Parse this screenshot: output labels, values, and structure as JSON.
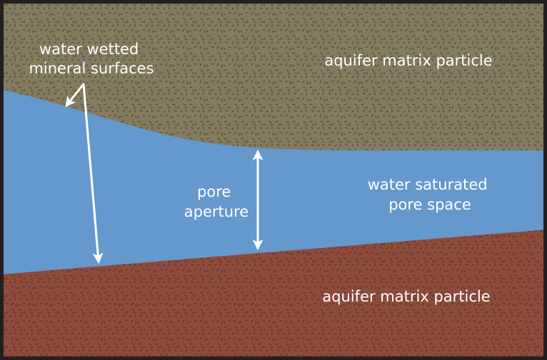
{
  "colors": {
    "upper_particle": "#857b61",
    "lower_particle": "#8e4b3c",
    "pore_water": "#6598cd",
    "border": "#231f20",
    "speckle": "#2b2418",
    "label": "#ffffff",
    "arrow": "#ffffff"
  },
  "labels": {
    "upper_particle": "aquifer matrix particle",
    "lower_particle": "aquifer matrix particle",
    "wetted_surfaces": [
      "water wetted",
      "mineral surfaces"
    ],
    "pore_aperture": [
      "pore",
      "aperture"
    ],
    "saturated_space": [
      "water saturated",
      "pore space"
    ]
  },
  "arrows": [
    {
      "name": "wetted-surface-arrow-upper",
      "points_to": "upper mineral surface"
    },
    {
      "name": "wetted-surface-arrow-lower",
      "points_to": "lower mineral surface"
    },
    {
      "name": "pore-aperture-arrow",
      "points_to": "both pore walls",
      "double_headed": true
    }
  ]
}
